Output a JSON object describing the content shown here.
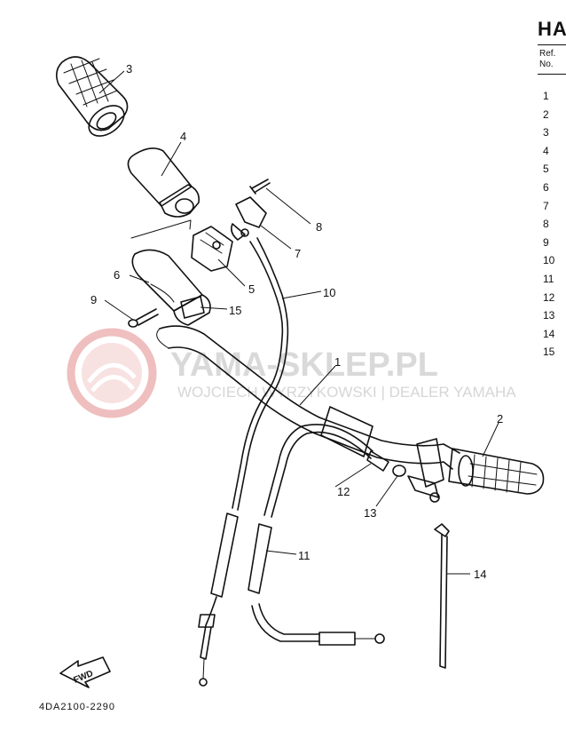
{
  "header": {
    "title": "HA",
    "ref_label": "Ref.",
    "no_label": "No."
  },
  "ref_numbers": [
    "1",
    "2",
    "3",
    "4",
    "5",
    "6",
    "7",
    "8",
    "9",
    "10",
    "11",
    "12",
    "13",
    "14",
    "15"
  ],
  "callouts": {
    "c1": "1",
    "c2": "2",
    "c3": "3",
    "c4": "4",
    "c5": "5",
    "c6": "6",
    "c7": "7",
    "c8": "8",
    "c9": "9",
    "c10": "10",
    "c11": "11",
    "c12": "12",
    "c13": "13",
    "c14": "14",
    "c15": "15"
  },
  "fwd_label": "FWD",
  "watermark": {
    "brand": "YAMA-SKLEP.PL",
    "dealer": "WOJCIECH WYRZYKOWSKI | DEALER YAMAHA",
    "logo_color": "#e9a5a5"
  },
  "drawing_code": "4DA2100-2290"
}
